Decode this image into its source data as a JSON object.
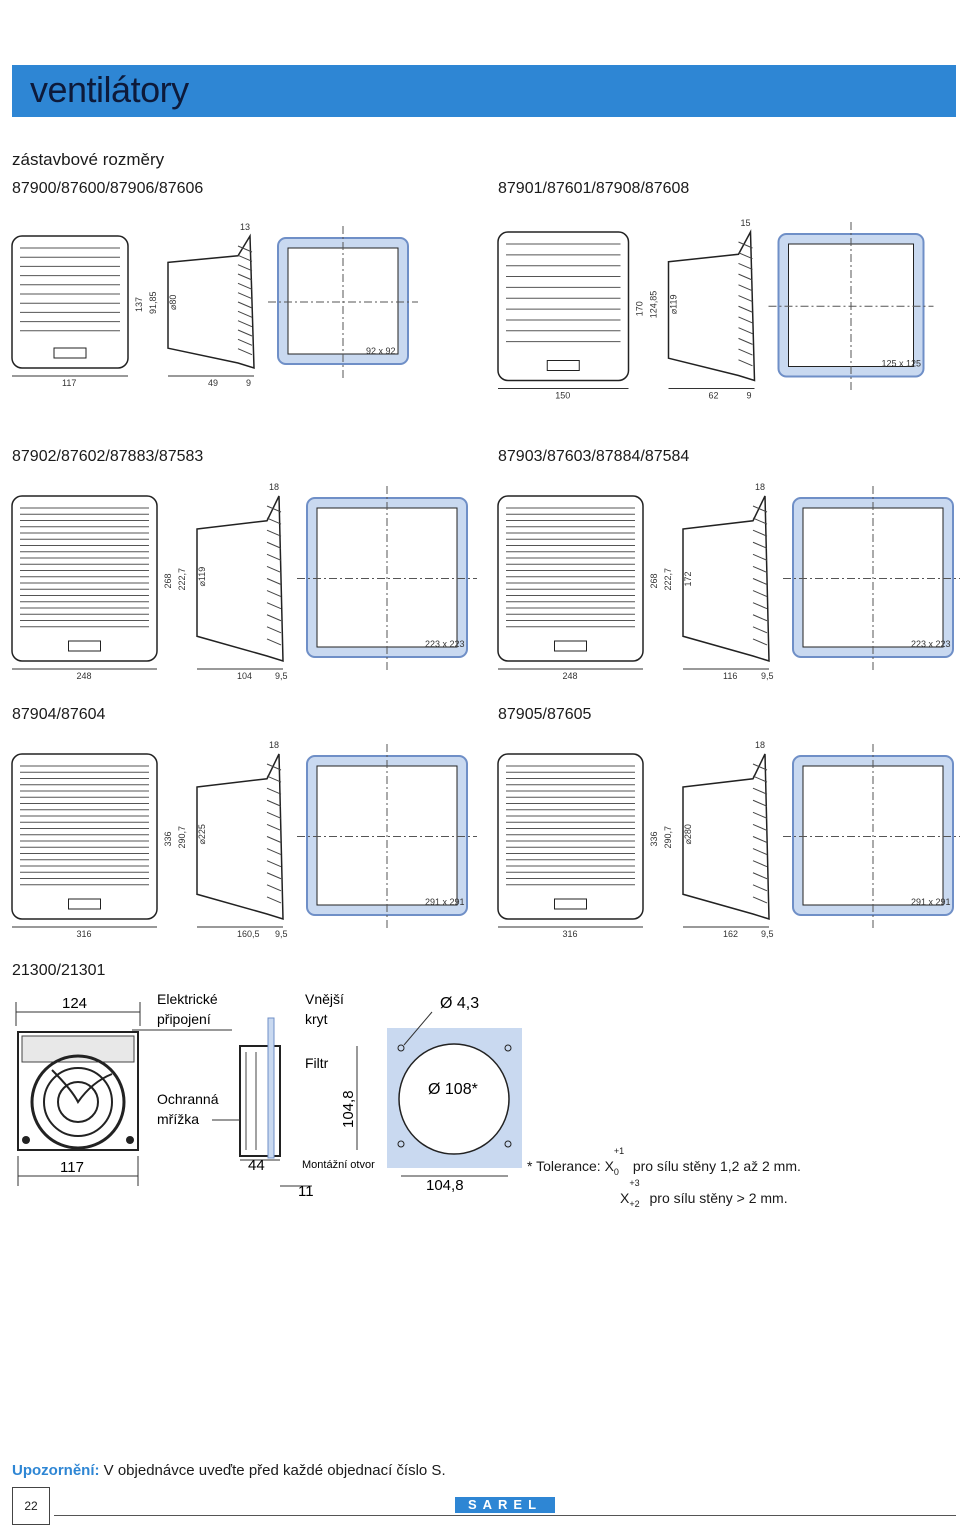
{
  "title": "ventilátory",
  "subtitle": "zástavbové rozměry",
  "figures": [
    {
      "model": "87900/87600/87906/87606",
      "cutout": "92 x 92",
      "dims": {
        "width": "117",
        "height": "137",
        "h2": "91,85",
        "diam": "⌀80",
        "depth": "49",
        "flange": "9",
        "top": "13"
      }
    },
    {
      "model": "87901/87601/87908/87608",
      "cutout": "125 x 125",
      "dims": {
        "width": "150",
        "height": "170",
        "h2": "124,85",
        "diam": "⌀119",
        "depth": "62",
        "flange": "9",
        "top": "15"
      }
    },
    {
      "model": "87902/87602/87883/87583",
      "cutout": "223 x 223",
      "dims": {
        "width": "248",
        "height": "268",
        "h2": "222,7",
        "diam": "⌀119",
        "depth": "104",
        "flange": "9,5",
        "top": "18"
      }
    },
    {
      "model": "87903/87603/87884/87584",
      "cutout": "223 x 223",
      "dims": {
        "width": "248",
        "height": "268",
        "h2": "222,7",
        "diam": "172",
        "depth": "116",
        "flange": "9,5",
        "top": "18"
      }
    },
    {
      "model": "87904/87604",
      "cutout": "291 x 291",
      "dims": {
        "width": "316",
        "height": "336",
        "h2": "290,7",
        "diam": "⌀225",
        "depth": "160,5",
        "flange": "9,5",
        "top": "18"
      }
    },
    {
      "model": "87905/87605",
      "cutout": "291 x 291",
      "dims": {
        "width": "316",
        "height": "336",
        "h2": "290,7",
        "diam": "⌀280",
        "depth": "162",
        "flange": "9,5",
        "top": "18"
      }
    }
  ],
  "small": {
    "model": "21300/21301",
    "width_top": "124",
    "width_bottom": "117",
    "depth": "44",
    "depth2": "11",
    "labels": {
      "electrical": [
        "Elektrické",
        "připojení"
      ],
      "cover": [
        "Vnější",
        "kryt"
      ],
      "guard": [
        "Ochranná",
        "mřížka"
      ],
      "filter": "Filtr",
      "mounting": "Montážní otvor"
    },
    "hole": "Ø 4,3",
    "circle": "Ø 108*",
    "pitch_v": "104,8",
    "pitch_h": "104,8"
  },
  "tolerance": {
    "prefix": "* Tolerance: X",
    "sup1": "+1",
    "sub1": "0",
    "text1": "pro sílu stěny 1,2 až 2 mm.",
    "x2": "X",
    "sup2": "+3",
    "sub2": "+2",
    "text2": "pro sílu stěny > 2 mm."
  },
  "footer": {
    "warning_label": "Upozornění:",
    "warning_text": " V objednávce uveďte před každé objednací číslo S.",
    "page": "22",
    "logo": "SAREL"
  },
  "colors": {
    "accent": "#2e86d4",
    "cutout_fill": "#c9d9f0",
    "cutout_stroke": "#6f8fc7"
  }
}
